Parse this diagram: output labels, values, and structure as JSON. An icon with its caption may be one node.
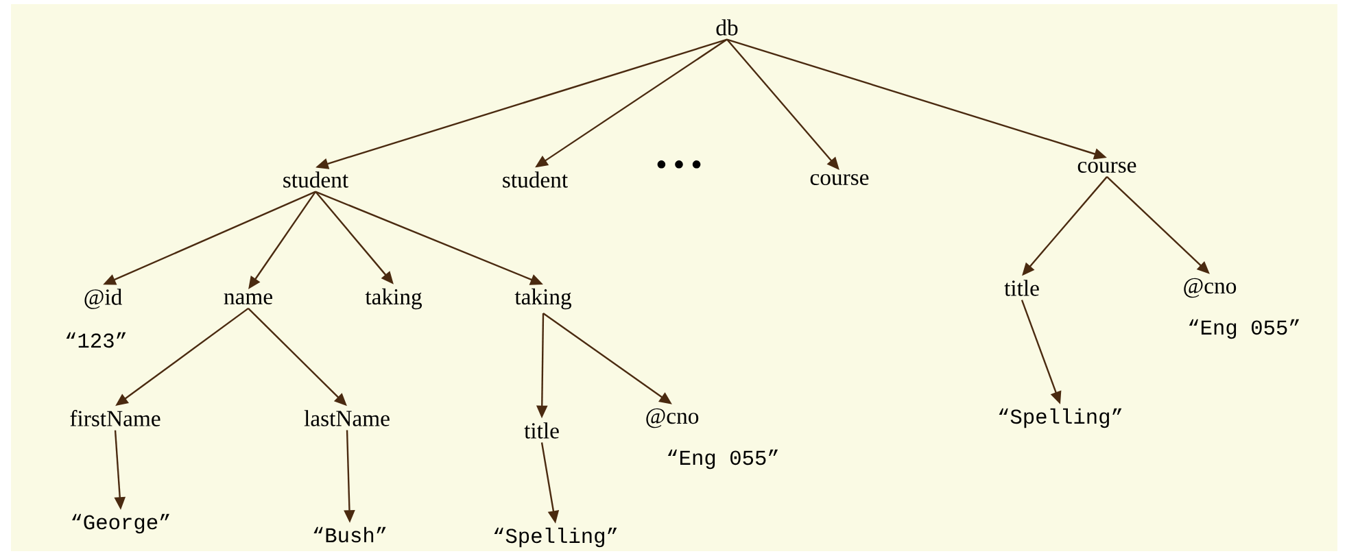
{
  "diagram": {
    "nodes": [
      {
        "text": [
          "db"
        ]
      },
      {
        "text": [
          "student"
        ]
      },
      {
        "text": [
          "student"
        ]
      },
      {
        "text": [
          "course"
        ]
      },
      {
        "text": [
          "course"
        ]
      },
      {
        "text": [
          "@id"
        ],
        "beside": [
          "“123”"
        ]
      },
      {
        "text": [
          "name"
        ]
      },
      {
        "text": [
          "taking"
        ]
      },
      {
        "text": [
          "taking"
        ]
      },
      {
        "text": [
          "firstName"
        ]
      },
      {
        "text": [
          "lastName"
        ]
      },
      {
        "text": [
          "title"
        ]
      },
      {
        "text": [
          "@cno"
        ],
        "beside": [
          "“Eng 055”"
        ]
      },
      {
        "text": [
          "“George”"
        ]
      },
      {
        "text": [
          "“Bush”"
        ]
      },
      {
        "text": [
          "“Spelling”"
        ]
      },
      {
        "text": [
          "title"
        ]
      },
      {
        "text": [
          "@cno"
        ],
        "beside": [
          "“Eng 055”"
        ]
      },
      {
        "text": [
          "“Spelling”"
        ]
      }
    ],
    "edges": [
      {
        "from": 0,
        "to": 1,
        "arrow": "to"
      },
      {
        "from": 0,
        "to": 2,
        "arrow": "to"
      },
      {
        "from": 0,
        "to": 3,
        "arrow": "to"
      },
      {
        "from": 0,
        "to": 4,
        "arrow": "to"
      },
      {
        "from": 1,
        "to": 5,
        "arrow": "to"
      },
      {
        "from": 1,
        "to": 6,
        "arrow": "to"
      },
      {
        "from": 1,
        "to": 7,
        "arrow": "to"
      },
      {
        "from": 1,
        "to": 8,
        "arrow": "to"
      },
      {
        "from": 6,
        "to": 9,
        "arrow": "to"
      },
      {
        "from": 6,
        "to": 10,
        "arrow": "to"
      },
      {
        "from": 8,
        "to": 11,
        "arrow": "to"
      },
      {
        "from": 8,
        "to": 12,
        "arrow": "to"
      },
      {
        "from": 9,
        "to": 13,
        "arrow": "to"
      },
      {
        "from": 10,
        "to": 14,
        "arrow": "to"
      },
      {
        "from": 11,
        "to": 15,
        "arrow": "to"
      },
      {
        "from": 4,
        "to": 16,
        "arrow": "to"
      },
      {
        "from": 4,
        "to": 17,
        "arrow": "to"
      },
      {
        "from": 16,
        "to": 18,
        "arrow": "to"
      }
    ],
    "labels": [
      "• • •"
    ]
  }
}
